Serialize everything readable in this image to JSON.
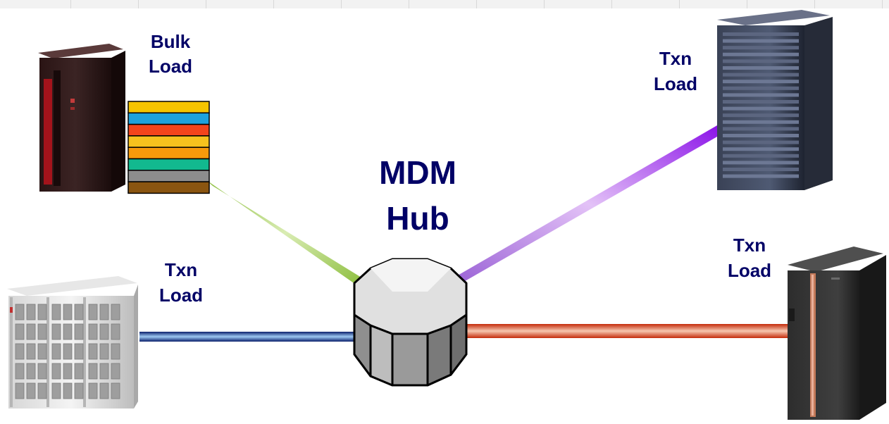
{
  "hub": {
    "line1": "MDM",
    "line2": "Hub"
  },
  "sources": {
    "bulk_top_left": {
      "line1": "Bulk",
      "line2": "Load"
    },
    "txn_bottom_left": {
      "line1": "Txn",
      "line2": "Load"
    },
    "txn_top_right": {
      "line1": "Txn",
      "line2": "Load"
    },
    "txn_bottom_right": {
      "line1": "Txn",
      "line2": "Load"
    }
  },
  "colors": {
    "text": "#000066",
    "bulk_link": "#b6d87a",
    "txn_left_link": "#3a6fd6",
    "txn_top_right_link": "#a63df0",
    "txn_bottom_right_link": "#c4260c",
    "bulk_stack": [
      "#f5c400",
      "#1fa2dc",
      "#f4441c",
      "#f6c21e",
      "#f79a0b",
      "#12b98f",
      "#8d8d8d",
      "#8a5510"
    ]
  }
}
